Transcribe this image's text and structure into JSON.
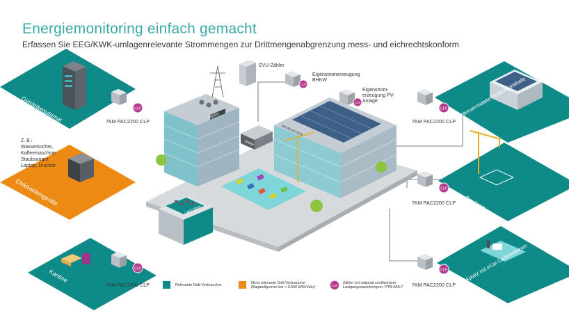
{
  "header": {
    "title": "Energiemonitoring einfach gemacht",
    "subtitle": "Erfassen Sie EEG/KWK-umlagenrelevante Strommengen zur Drittmengenabgrenzung mess- und eichrechtskonform"
  },
  "zones": {
    "getraenkeautomat": "Getränkeautomat",
    "elektrokleingeraete": "Elektrokleingeräte",
    "kantine": "Kantine",
    "produktionshalle": "Untervermietete Produktionshalle",
    "baukran": "Baukran",
    "parkplatz": "Parkplatz mit eCar-Ladestationen"
  },
  "devices_list": "Z. B.: Wasserkocher, Kaffeemaschine, Staubsauger, Laptop, Drucker",
  "meter_label": "7KM PAC2200 CLP",
  "clp_badge": "CLP",
  "top_labels": {
    "evu": "EVU-Zähler",
    "bhkw": "Eigenstromerzeugung BHKW",
    "pv": "Eigenstrom-erzeugung PV-Anlage"
  },
  "building_signs": {
    "buero": "BÜRO",
    "bhkw": "BHKW",
    "produktion": "PRODUKTION",
    "cafeteria": "CAFETERIA"
  },
  "legend": {
    "relevant": "Relevante Dritt-Verbraucher",
    "not_relevant": "Nicht relevante Dritt-Verbraucher (Bagatellgrenze bei < 3.500 kWh/Jahr)",
    "meter": "Zähler mit national zertifiziertem Lastgangsspeicherigem, PTB-A50.7"
  },
  "colors": {
    "teal": "#0e8a88",
    "orange": "#ec8a13",
    "title_teal": "#3aa9a3",
    "clp_purple": "#b33a8c"
  }
}
